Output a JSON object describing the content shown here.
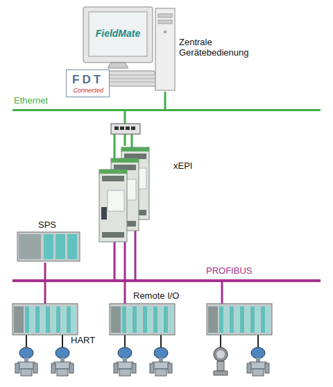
{
  "diagram": {
    "nodes": [
      {
        "text": [
          "FieldMate",
          "Zentrale Gerätebedienung"
        ]
      },
      {
        "text": [
          "FDT",
          "Connected"
        ]
      },
      {
        "text": [
          "Ethernet"
        ]
      },
      {
        "text": [
          "xEPI"
        ]
      },
      {
        "text": [
          "SPS"
        ]
      },
      {
        "text": [
          "PROFIBUS"
        ]
      },
      {
        "text": [
          "HART"
        ]
      },
      {
        "text": [
          "Remote I/O"
        ]
      }
    ],
    "edges": [
      {
        "from": 0,
        "to": 2,
        "arrow": "none"
      },
      {
        "from": 2,
        "to": 3,
        "arrow": "none"
      },
      {
        "from": 3,
        "to": 5,
        "arrow": "none"
      },
      {
        "from": 4,
        "to": 5,
        "arrow": "none"
      },
      {
        "from": 6,
        "to": 5,
        "arrow": "none"
      },
      {
        "from": 7,
        "to": 5,
        "arrow": "none"
      }
    ]
  }
}
